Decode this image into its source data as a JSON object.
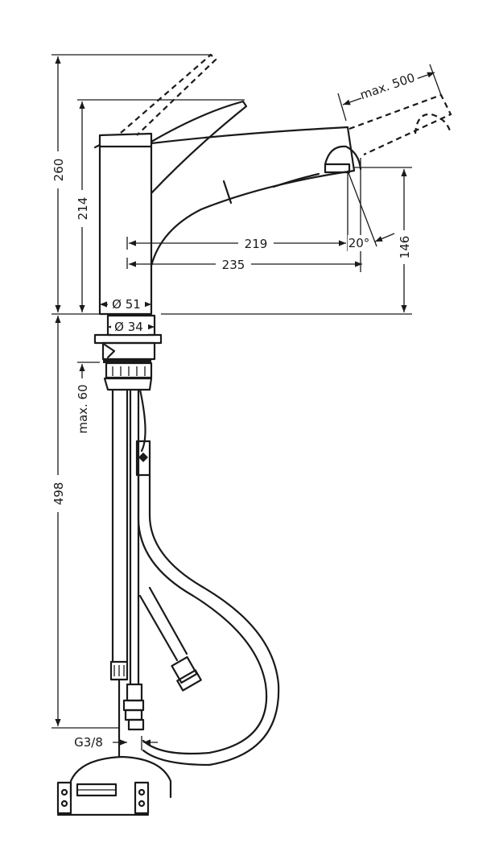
{
  "dimensions": {
    "total_height": "260",
    "body_height": "214",
    "max_pullout": "max. 500",
    "reach_inner": "219",
    "reach_outer": "235",
    "spray_angle": "20°",
    "outlet_height": "146",
    "body_diameter": "Ø 51",
    "shank_diameter": "Ø 34",
    "counter_thickness": "max. 60",
    "hose_length": "498",
    "connection_thread": "G3/8"
  }
}
